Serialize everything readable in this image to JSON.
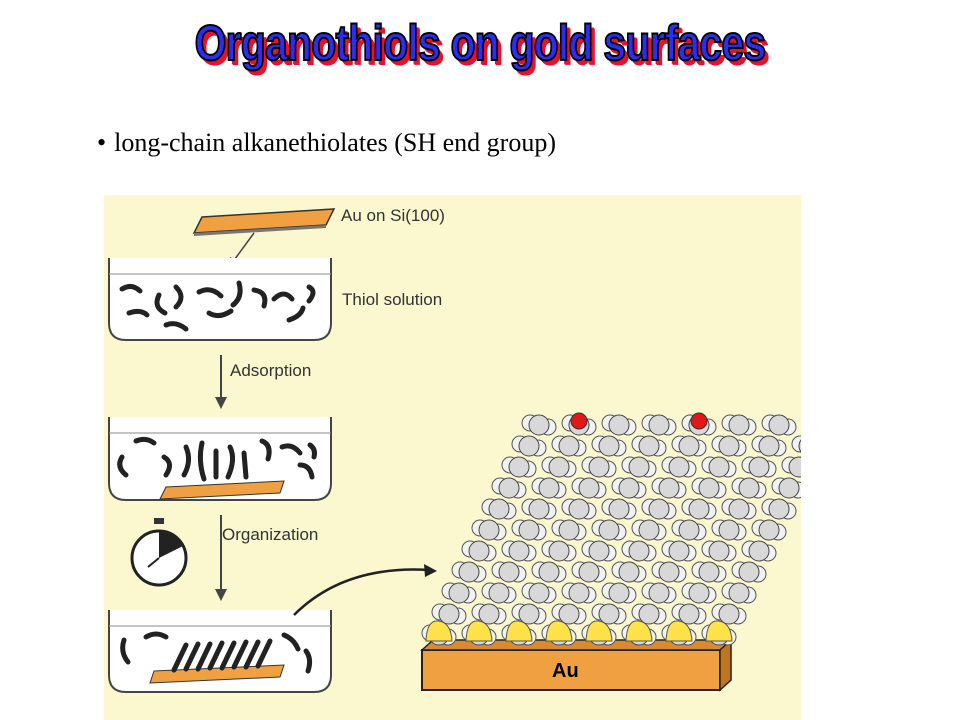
{
  "title": "Organothiols on  gold surfaces",
  "bullet": "long-chain alkanethiolates (SH end group)",
  "figure": {
    "labels": {
      "substrate": "Au on Si(100)",
      "solution": "Thiol solution",
      "step1": "Adsorption",
      "step2": "Organization",
      "gold": "Au"
    },
    "colors": {
      "background": "#fbf7cf",
      "gold_slab": "#f0a040",
      "sulfur": "#ffe24a",
      "oxygen": "#e01818",
      "title_fill": "#2b2ef0",
      "title_shadow": "#e8102a"
    }
  }
}
